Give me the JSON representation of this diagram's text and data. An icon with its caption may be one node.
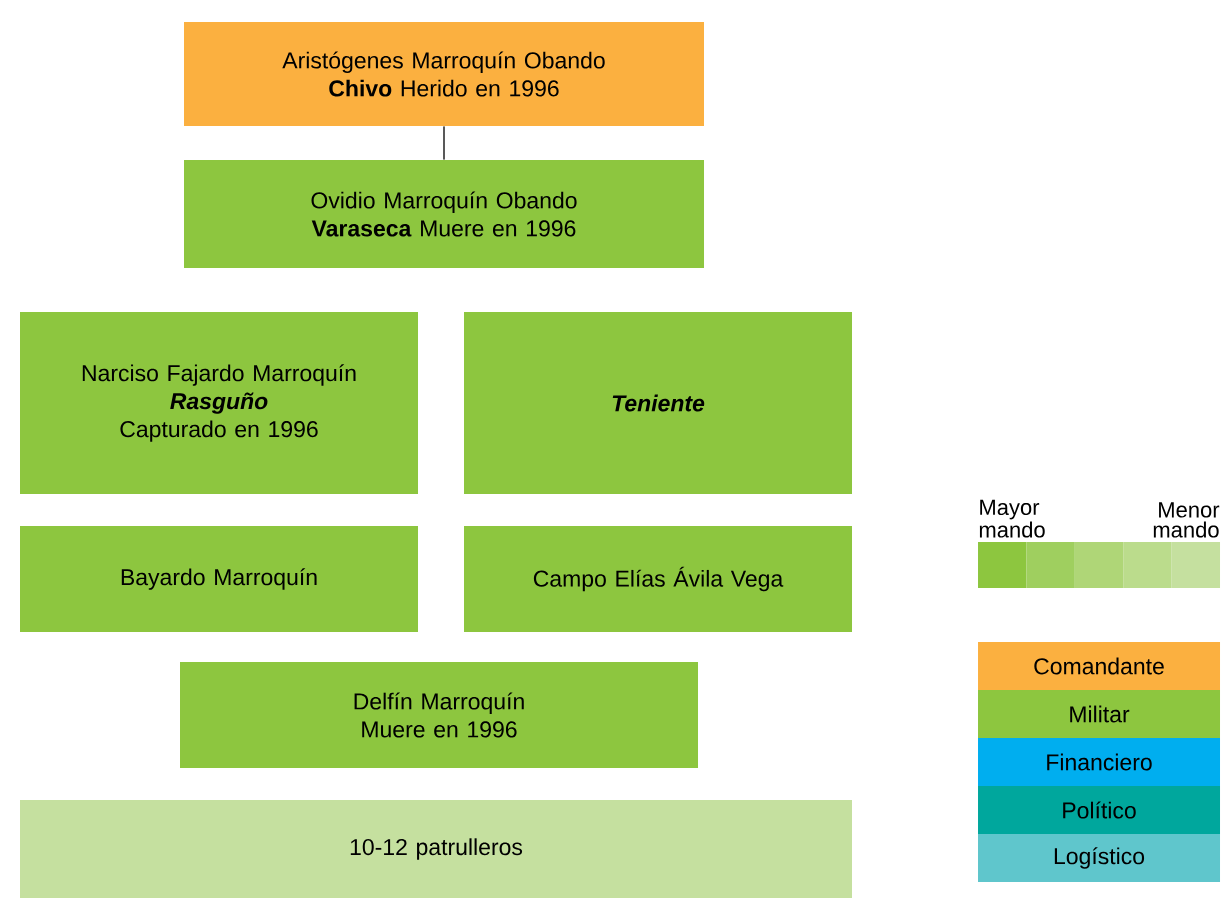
{
  "diagram": {
    "nodes": [
      {
        "text": [
          "Aristógenes Marroquín Obando",
          "**Chivo** Herido en 1996"
        ]
      },
      {
        "text": [
          "Ovidio Marroquín Obando",
          "**Varaseca** Muere en 1996"
        ]
      },
      {
        "text": [
          "Narciso Fajardo Marroquín",
          "Rasguño",
          "Capturado en 1996"
        ]
      },
      {
        "text": [
          "Teniente"
        ]
      },
      {
        "text": [
          "Bayardo Marroquín"
        ]
      },
      {
        "text": [
          "Campo Elías Ávila Vega"
        ]
      },
      {
        "text": [
          "Delfín Marroquín",
          "Muere en 1996"
        ]
      },
      {
        "text": [
          "10-12 patrulleros"
        ]
      }
    ],
    "edges": [
      {
        "from": 0,
        "to": 1,
        "arrow": "none"
      }
    ],
    "labels": [
      "Mayor mando",
      "Menor mando"
    ],
    "legend": [
      {
        "text": "Comandante",
        "color": "#fbb040"
      },
      {
        "text": "Militar",
        "color": "#8dc63f"
      },
      {
        "text": "Financiero",
        "color": "#00aeef"
      },
      {
        "text": "Político",
        "color": "#00a79d"
      },
      {
        "text": "Logístico",
        "color": "#5fc6cc"
      }
    ]
  }
}
